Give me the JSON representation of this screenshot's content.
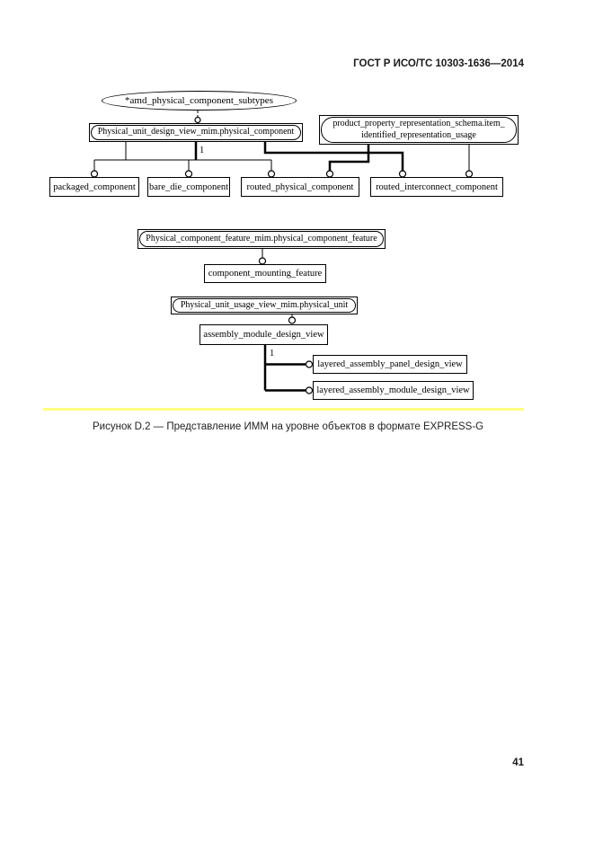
{
  "header": {
    "title": "ГОСТ Р ИСО/ТС 10303-1636—2014"
  },
  "figure": {
    "caption": "Рисунок D.2 — Представление ИММ на уровне объектов в формате EXPRESS-G",
    "divider_color": "#ffff80",
    "diagram": {
      "ellipse_label": "*amd_physical_component_subtypes",
      "cardinality_top": "1",
      "cardinality_bottom": "1",
      "nodes": {
        "physical_unit_design_view": "Physical_unit_design_view_mim.physical_component",
        "product_property_line1": "product_property_representation_schema.item_",
        "product_property_line2": "identified_representation_usage",
        "packaged": "packaged_component",
        "bare_die": "bare_die_component",
        "routed_physical": "routed_physical_component",
        "routed_interconnect": "routed_interconnect_component",
        "physical_component_feature": "Physical_component_feature_mim.physical_component_feature",
        "component_mounting": "component_mounting_feature",
        "physical_unit_usage": "Physical_unit_usage_view_mim.physical_unit",
        "assembly_module": "assembly_module_design_view",
        "layered_panel": "layered_assembly_panel_design_view",
        "layered_module": "layered_assembly_module_design_view"
      }
    }
  },
  "footer": {
    "page_number": "41"
  }
}
